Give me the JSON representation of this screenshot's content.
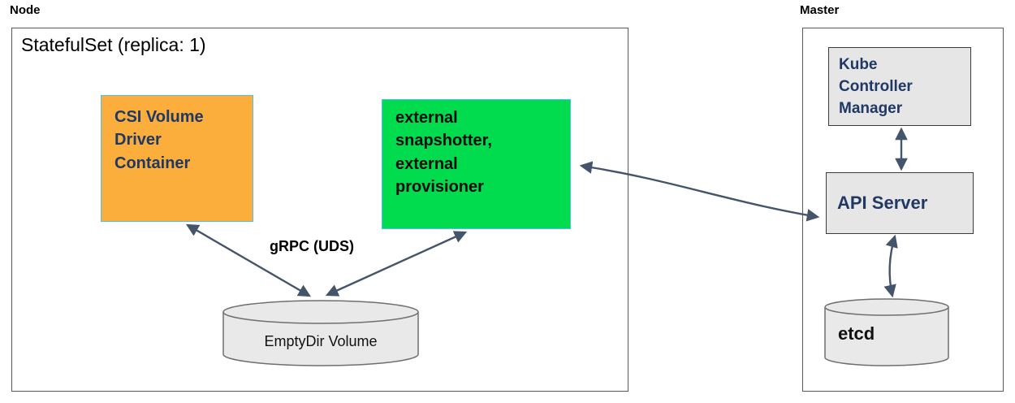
{
  "node_panel": {
    "label": "Node",
    "title": "StatefulSet (replica: 1)",
    "csi_box": {
      "label": "CSI Volume\nDriver\nContainer"
    },
    "snapshotter_box": {
      "label": "external\nsnapshotter,\nexternal\nprovisioner"
    },
    "grpc_label": "gRPC (UDS)",
    "emptydir": {
      "label": "EmptyDir Volume"
    }
  },
  "master_panel": {
    "label": "Master",
    "kcm_box": {
      "label": "Kube\nController\nManager"
    },
    "api_server_box": {
      "label": "API Server"
    },
    "etcd": {
      "label": "etcd"
    }
  },
  "colors": {
    "csi_box_fill": "#FBAE3C",
    "snapshotter_box_fill": "#00DC4E",
    "box_border_blue": "#4FBFEA",
    "gray_box_fill": "#E7E6E6",
    "cylinder_fill": "#E9E9E9",
    "arrow": "#44546A",
    "navy_text": "#1F3864"
  }
}
